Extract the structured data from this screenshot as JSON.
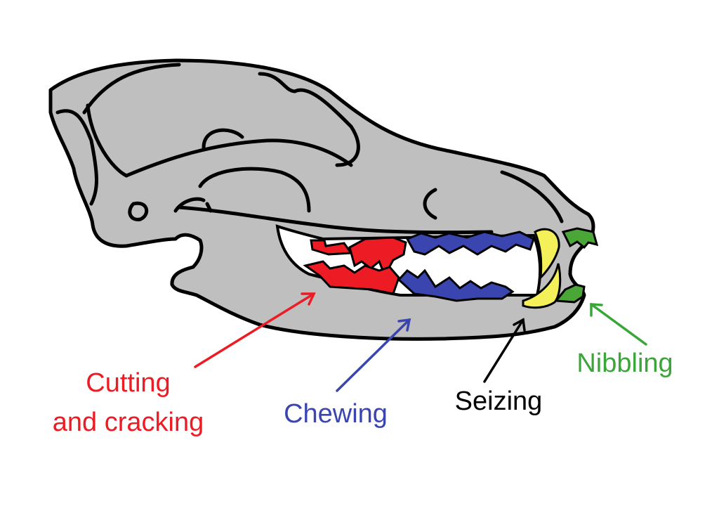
{
  "labels": {
    "cutting": [
      "Cutting",
      "and cracking"
    ],
    "chewing": "Chewing",
    "seizing": "Seizing",
    "nibbling": "Nibbling"
  },
  "colors": {
    "skull": "#c0bfbf",
    "cutting": "#ed1c24",
    "chewing": "#3a45b0",
    "seizing": "#000000",
    "nibbling": "#3aa63a",
    "nibbling_text": "#3aa63a",
    "canine": "#f4f05a",
    "incisor": "#4aa636"
  }
}
